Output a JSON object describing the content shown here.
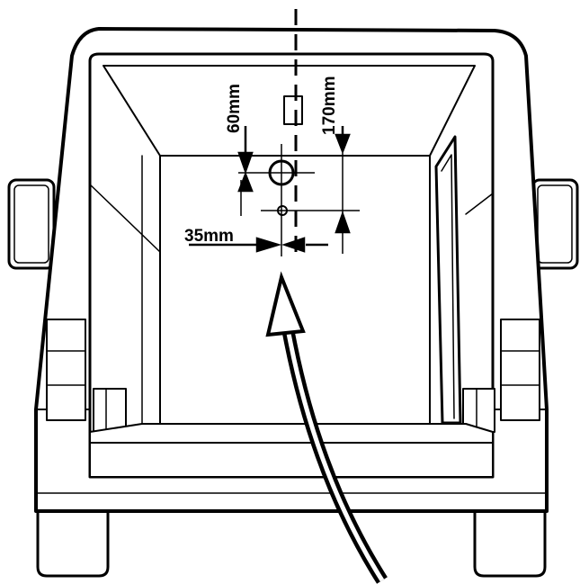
{
  "dimensions": {
    "vertical_small": "60mm",
    "vertical_large": "170mm",
    "horizontal": "35mm"
  },
  "colors": {
    "line": "#000000",
    "background": "#ffffff"
  }
}
